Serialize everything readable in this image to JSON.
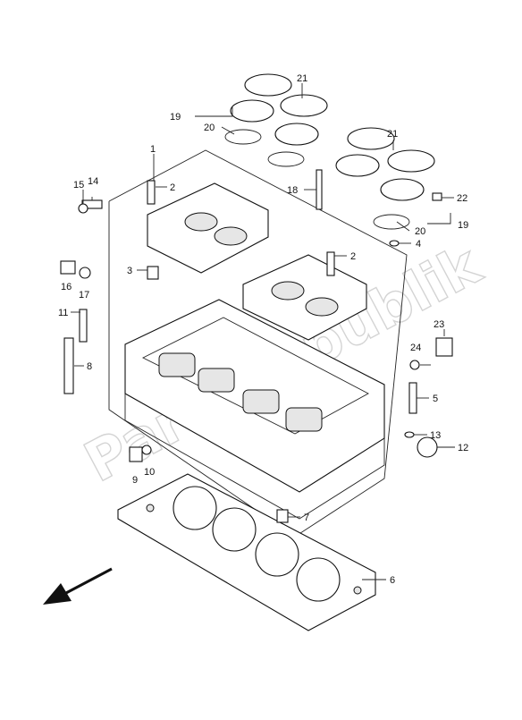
{
  "watermark": "PartsRepublik",
  "callouts": [
    {
      "id": "c1",
      "label": "1"
    },
    {
      "id": "c2a",
      "label": "2"
    },
    {
      "id": "c2b",
      "label": "2"
    },
    {
      "id": "c3",
      "label": "3"
    },
    {
      "id": "c4",
      "label": "4"
    },
    {
      "id": "c5",
      "label": "5"
    },
    {
      "id": "c6",
      "label": "6"
    },
    {
      "id": "c7",
      "label": "7"
    },
    {
      "id": "c8",
      "label": "8"
    },
    {
      "id": "c9",
      "label": "9"
    },
    {
      "id": "c10",
      "label": "10"
    },
    {
      "id": "c11",
      "label": "11"
    },
    {
      "id": "c12",
      "label": "12"
    },
    {
      "id": "c13",
      "label": "13"
    },
    {
      "id": "c14",
      "label": "14"
    },
    {
      "id": "c15",
      "label": "15"
    },
    {
      "id": "c16",
      "label": "16"
    },
    {
      "id": "c17",
      "label": "17"
    },
    {
      "id": "c18",
      "label": "18"
    },
    {
      "id": "c19a",
      "label": "19"
    },
    {
      "id": "c19b",
      "label": "19"
    },
    {
      "id": "c20a",
      "label": "20"
    },
    {
      "id": "c20b",
      "label": "20"
    },
    {
      "id": "c21a",
      "label": "21"
    },
    {
      "id": "c21b",
      "label": "21"
    },
    {
      "id": "c22",
      "label": "22"
    },
    {
      "id": "c23",
      "label": "23"
    },
    {
      "id": "c24",
      "label": "24"
    }
  ]
}
